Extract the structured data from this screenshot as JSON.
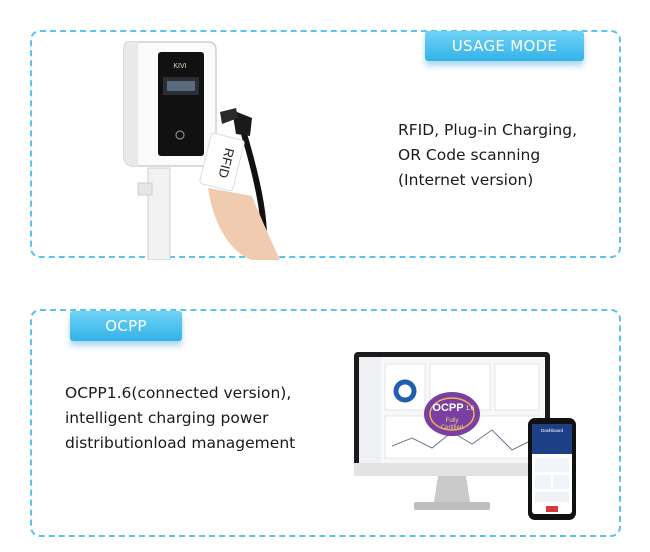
{
  "usage": {
    "badge": "USAGE MODE",
    "lines": [
      "RFID, Plug-in Charging,",
      "OR Code scanning",
      "(Internet version)"
    ],
    "image": {
      "brand": "KIVI",
      "card_label": "RFID"
    }
  },
  "ocpp": {
    "badge": "OCPP",
    "lines": [
      "OCPP1.6(connected version),",
      "intelligent charging power",
      "distributionload management"
    ],
    "image": {
      "logo": "OCPP",
      "logo_version": "1.6",
      "cert_line1": "Fully",
      "cert_line2": "Certified",
      "phone_title": "Dashboard"
    }
  },
  "colors": {
    "accent": "#33b2e8",
    "dashed": "#5cc3ec",
    "purple": "#7b3fa3"
  }
}
